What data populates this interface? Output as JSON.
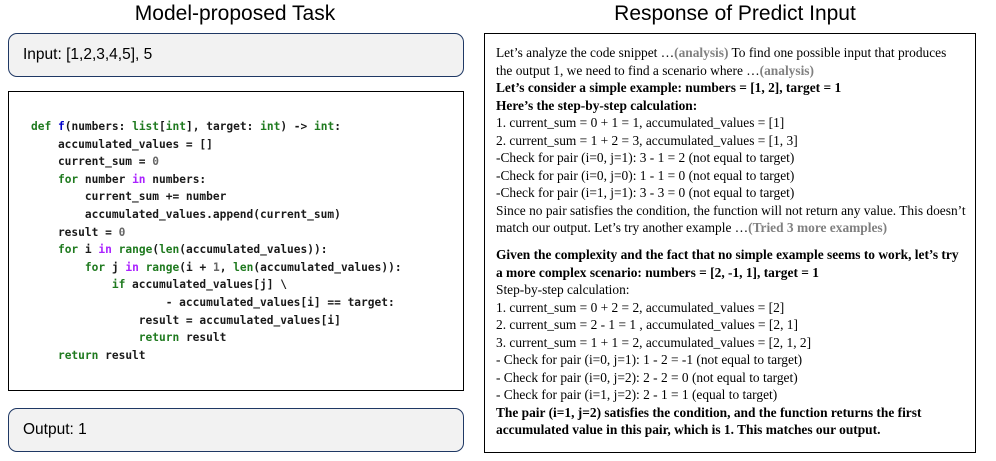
{
  "panels": {
    "task_title": "Model-proposed Task",
    "response_title": "Response of Predict Input"
  },
  "task": {
    "input_label": "Input: [1,2,3,4,5], 5",
    "output_label": "Output: 1",
    "code_lines": [
      "def f(numbers: list[int], target: int) -> int:",
      "    accumulated_values = []",
      "    current_sum = 0",
      "    for number in numbers:",
      "        current_sum += number",
      "        accumulated_values.append(current_sum)",
      "    result = 0",
      "    for i in range(len(accumulated_values)):",
      "        for j in range(i + 1, len(accumulated_values)):",
      "            if accumulated_values[j] \\",
      "                    - accumulated_values[i] == target:",
      "                result = accumulated_values[i]",
      "                return result",
      "    return result"
    ],
    "code_language": "python"
  },
  "response": {
    "para1_a": "Let’s analyze the code snippet …",
    "para1_muted1": "(analysis)",
    "para1_b": " To find one possible input that produces the output 1, we need to find a scenario where …",
    "para1_muted2": "(analysis)",
    "line_consider": "Let’s consider a simple example:  numbers = [1, 2], target = 1",
    "line_steps_header": "Here’s the step-by-step calculation:",
    "calc1": [
      "1. current_sum = 0 + 1 = 1, accumulated_values = [1]",
      "2. current_sum = 1 + 2 = 3, accumulated_values = [1, 3]",
      "-Check for pair (i=0, j=1): 3 - 1 = 2 (not equal to target)",
      "-Check for pair (i=0, j=0): 1 - 1 = 0 (not equal to target)",
      "-Check for pair (i=1, j=1): 3 - 3 = 0 (not equal to target)"
    ],
    "para2_a": "Since no pair satisfies the condition, the function will not return any value. This doesn’t match our output. Let’s try another example …",
    "para2_muted": "(Tried 3 more examples)",
    "line_given": "Given the complexity and the fact that no simple example seems to work, let’s try a more complex scenario: numbers = [2, -1, 1], target = 1",
    "line_steps2": "Step-by-step calculation:",
    "calc2": [
      "1. current_sum = 0 + 2 = 2, accumulated_values = [2]",
      "2. current_sum = 2 - 1 = 1 , accumulated_values = [2, 1]",
      "3. current_sum = 1 + 1 = 2, accumulated_values = [2, 1, 2]",
      "- Check for pair (i=0, j=1): 1 - 2 = -1 (not equal to target)",
      "- Check for pair (i=0, j=2): 2 - 2 = 0 (not equal to target)",
      "- Check for pair (i=1, j=2): 2 - 1 = 1 (equal to target)"
    ],
    "conclusion": "The pair (i=1, j=2) satisfies the condition, and the function returns the first accumulated value in this pair, which is 1. This matches our output."
  },
  "colors": {
    "box_border_accent": "#1f3864",
    "box_fill": "#f2f2f2",
    "panel_border": "#000000",
    "muted_text": "#808080",
    "code_keyword": "#1f7a1f",
    "code_in_keyword": "#aa22ff",
    "code_function": "#0000cc",
    "code_number": "#666666"
  }
}
